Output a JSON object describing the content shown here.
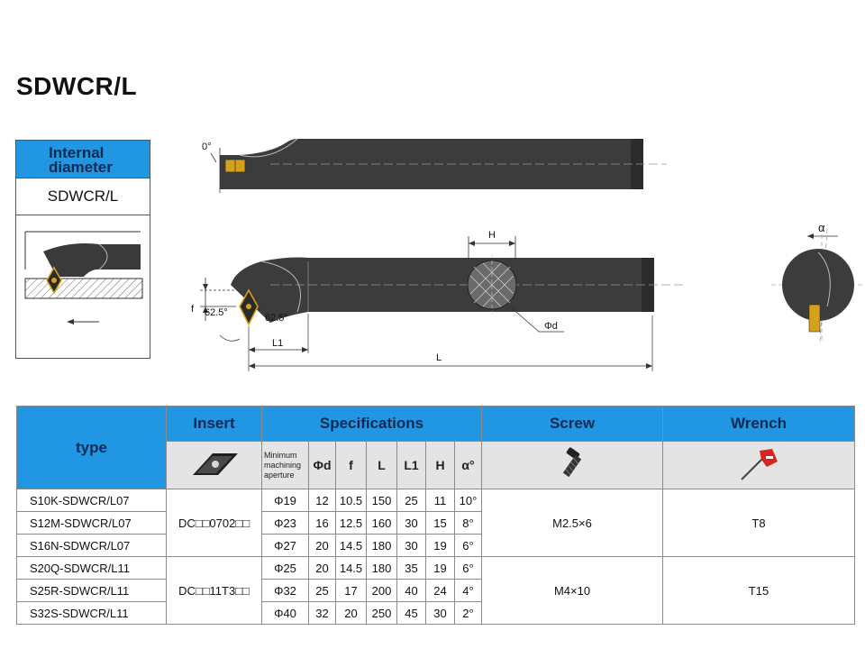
{
  "title": "SDWCR/L",
  "card": {
    "header": "Internal\ndiameter",
    "code": "SDWCR/L"
  },
  "drawing": {
    "angle_top": "0°",
    "label_H": "H",
    "label_alpha": "α",
    "label_phid": "Φd",
    "label_f": "f",
    "label_angle_left": "62.5°",
    "label_angle_right": "62.5°",
    "label_L1": "L1",
    "label_L": "L"
  },
  "table": {
    "headers": {
      "type": "type",
      "insert": "Insert",
      "specifications": "Specifications",
      "screw": "Screw",
      "wrench": "Wrench"
    },
    "spec_columns": {
      "min_aperture": "Minimum machining aperture",
      "phid": "Φd",
      "f": "f",
      "L": "L",
      "L1": "L1",
      "H": "H",
      "alpha": "α°"
    },
    "rows": [
      {
        "type": "S10K-SDWCR/L07",
        "aperture": "Φ19",
        "phid": "12",
        "f": "10.5",
        "L": "150",
        "L1": "25",
        "H": "11",
        "alpha": "10°"
      },
      {
        "type": "S12M-SDWCR/L07",
        "aperture": "Φ23",
        "phid": "16",
        "f": "12.5",
        "L": "160",
        "L1": "30",
        "H": "15",
        "alpha": "8°"
      },
      {
        "type": "S16N-SDWCR/L07",
        "aperture": "Φ27",
        "phid": "20",
        "f": "14.5",
        "L": "180",
        "L1": "30",
        "H": "19",
        "alpha": "6°"
      },
      {
        "type": "S20Q-SDWCR/L11",
        "aperture": "Φ25",
        "phid": "20",
        "f": "14.5",
        "L": "180",
        "L1": "35",
        "H": "19",
        "alpha": "6°"
      },
      {
        "type": "S25R-SDWCR/L11",
        "aperture": "Φ32",
        "phid": "25",
        "f": "17",
        "L": "200",
        "L1": "40",
        "H": "24",
        "alpha": "4°"
      },
      {
        "type": "S32S-SDWCR/L11",
        "aperture": "Φ40",
        "phid": "32",
        "f": "20",
        "L": "250",
        "L1": "45",
        "H": "30",
        "alpha": "2°"
      }
    ],
    "groups": [
      {
        "insert": "DC□□0702□□",
        "screw": "M2.5×6",
        "wrench": "T8"
      },
      {
        "insert": "DC□□11T3□□",
        "screw": "M4×10",
        "wrench": "T15"
      }
    ]
  }
}
